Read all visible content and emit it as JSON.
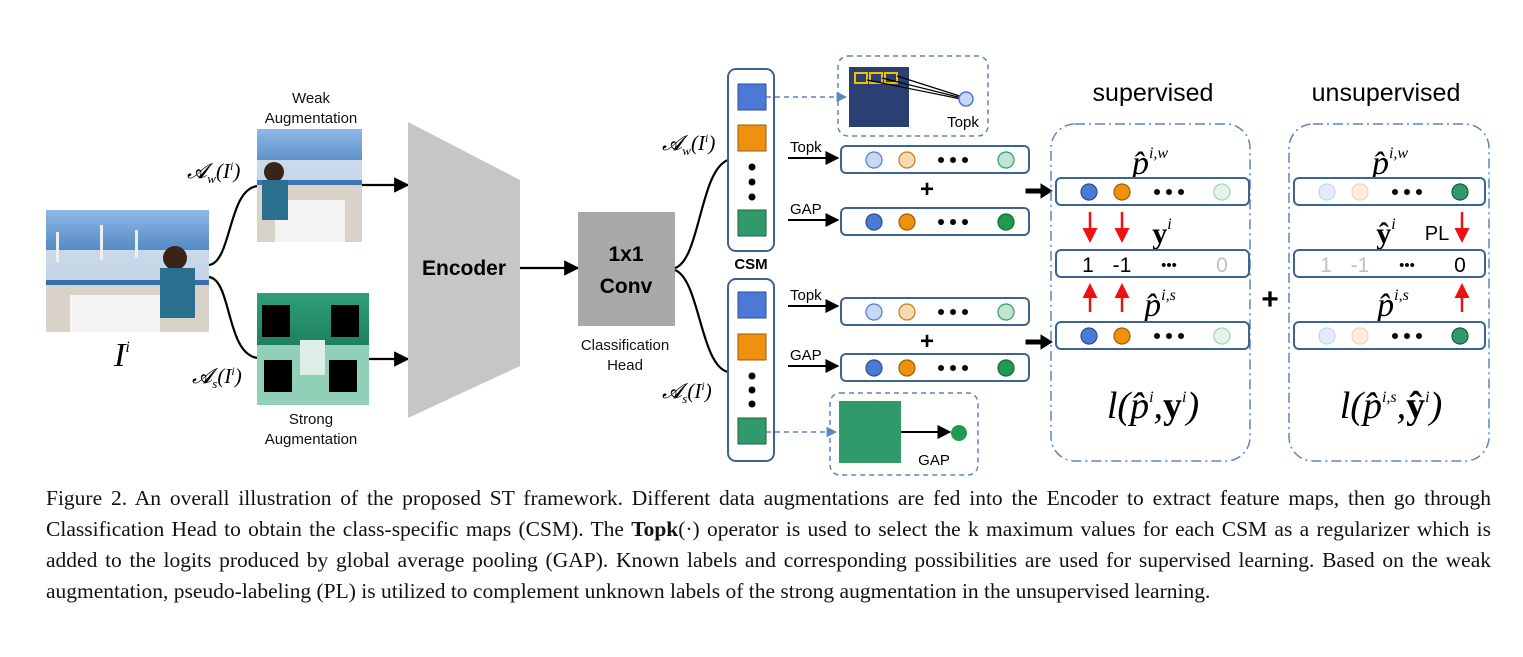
{
  "input": {
    "image_label_base": "I",
    "image_label_sup": "i"
  },
  "augment": {
    "weak_label_line1": "Weak",
    "weak_label_line2": "Augmentation",
    "strong_label_line1": "Strong",
    "strong_label_line2": "Augmentation",
    "weak_func_A": "𝓐",
    "weak_func_sub": "w",
    "strong_func_A": "𝓐",
    "strong_func_sub": "s",
    "func_arg": "(I",
    "func_arg_sup": "i",
    "func_close": ")"
  },
  "encoder": {
    "label": "Encoder"
  },
  "conv": {
    "line1": "1x1",
    "line2": "Conv",
    "head_line1": "Classification",
    "head_line2": "Head"
  },
  "csm": {
    "label": "CSM"
  },
  "ops": {
    "topk": "Topk",
    "gap": "GAP",
    "plus": "+"
  },
  "supervised": {
    "title": "supervised",
    "p_weak_sup": "i,w",
    "p_strong_sup": "i,s",
    "y_label": "y",
    "y_sup": "i",
    "label_values": [
      "1",
      "-1",
      "•••",
      "0"
    ],
    "loss_l": "l(",
    "loss_p_sup": "i",
    "loss_comma": ",",
    "loss_y": "y",
    "loss_y_sup": "i",
    "loss_close": ")"
  },
  "unsupervised": {
    "title": "unsupervised",
    "p_weak_sup": "i,w",
    "p_strong_sup": "i,s",
    "y_label": "ŷ",
    "y_sup": "i",
    "pl_label": "PL",
    "label_values": [
      "1",
      "-1",
      "•••",
      "0"
    ],
    "loss_l": "l(",
    "loss_p_sup": "i,s",
    "loss_comma": ",",
    "loss_y": "ŷ",
    "loss_y_sup": "i",
    "loss_close": ")"
  },
  "colors": {
    "blue": "#4a79d6",
    "orange": "#f0900f",
    "green": "#2f9a6a",
    "light_blue": "#c9d9f3",
    "light_orange": "#f6d9b2",
    "light_green": "#bfe6d3",
    "encoder_gray": "#c6c6c6",
    "conv_gray": "#a9a9a9",
    "box_border": "#3f6391",
    "red": "#ee1111"
  },
  "caption": {
    "part1": "Figure 2. An overall illustration of the proposed ST framework. Different data augmentations are fed into the Encoder to extract feature maps, then go through Classification Head to obtain the class-specific maps (CSM). The ",
    "bold": "Topk",
    "part2": "(·) operator is used to select the k maximum values for each CSM as a regularizer which is added to the logits produced by global average pooling (GAP). Known labels and corresponding possibilities are used for supervised learning. Based on the weak augmentation, pseudo-labeling (PL) is utilized to complement unknown labels of the strong augmentation in the unsupervised learning."
  }
}
